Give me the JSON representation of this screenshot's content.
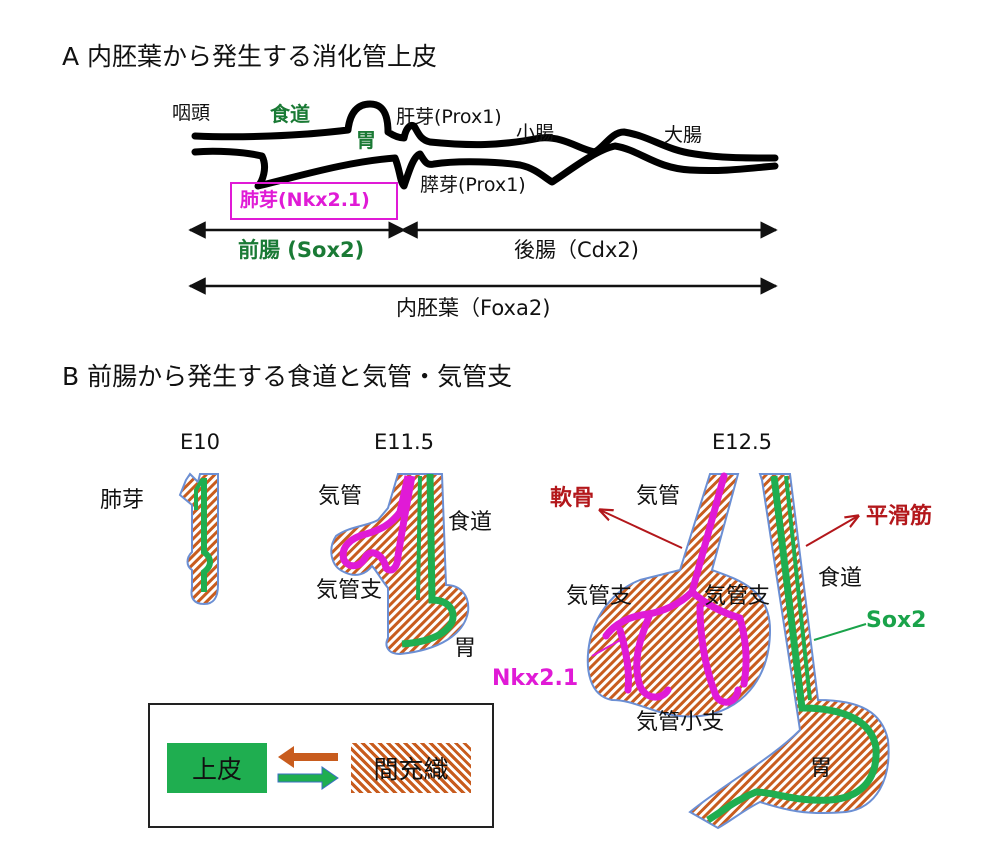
{
  "section_a": {
    "title": "A  内胚葉から発生する消化管上皮",
    "labels": {
      "pharynx": "咽頭",
      "esophagus": "食道",
      "stomach": "胃",
      "liver_bud": "肝芽(Prox1)",
      "small_intestine": "小腸",
      "large_intestine": "大腸",
      "pancreas_bud": "膵芽(Prox1)",
      "lung_bud": "肺芽(Nkx2.1)",
      "foregut": "前腸 (Sox2)",
      "hindgut": "後腸（Cdx2)",
      "endoderm": "内胚葉（Foxa2)"
    }
  },
  "section_b": {
    "title": "B  前腸から発生する食道と気管・気管支",
    "stages": {
      "e10": "E10",
      "e11_5": "E11.5",
      "e12_5": "E12.5"
    },
    "e10": {
      "lung_bud": "肺芽"
    },
    "e11_5": {
      "trachea": "気管",
      "esophagus": "食道",
      "bronchus": "気管支",
      "stomach": "胃"
    },
    "e12_5": {
      "cartilage": "軟骨",
      "trachea": "気管",
      "smooth_muscle": "平滑筋",
      "esophagus": "食道",
      "bronchus_left": "気管支",
      "bronchus_right": "気管支",
      "sox2": "Sox2",
      "nkx21": "Nkx2.1",
      "bronchiole": "気管小支",
      "stomach": "胃"
    }
  },
  "legend": {
    "epithelium": "上皮",
    "mesenchyme": "間充織"
  },
  "colors": {
    "epithelium_green": "#1fae50",
    "nkx21_magenta": "#e01ad6",
    "mesenchyme_orange": "#c85c1e",
    "label_dark_green": "#1a7a35",
    "label_red": "#b3171b"
  }
}
